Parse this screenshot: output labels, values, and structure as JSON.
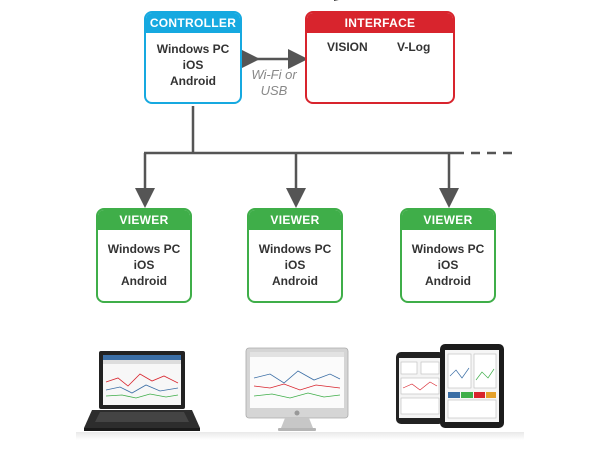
{
  "controller": {
    "title": "CONTROLLER",
    "platforms": [
      "Windows PC",
      "iOS",
      "Android"
    ]
  },
  "interface": {
    "title": "INTERFACE",
    "devices": [
      {
        "label": "VISION",
        "icon": "vision-logger-icon"
      },
      {
        "label": "V-Log",
        "icon": "vlog-logger-icon"
      }
    ]
  },
  "link": {
    "line1": "Wi-Fi or",
    "line2": "USB"
  },
  "viewers": [
    {
      "title": "VIEWER",
      "platforms": [
        "Windows PC",
        "iOS",
        "Android"
      ],
      "device": "laptop-icon"
    },
    {
      "title": "VIEWER",
      "platforms": [
        "Windows PC",
        "iOS",
        "Android"
      ],
      "device": "desktop-monitor-icon"
    },
    {
      "title": "VIEWER",
      "platforms": [
        "Windows PC",
        "iOS",
        "Android"
      ],
      "device": "tablet-phone-icon"
    }
  ],
  "colors": {
    "controller": "#16a9e0",
    "interface": "#d8242d",
    "viewer": "#3fae49",
    "connector": "#555555"
  }
}
